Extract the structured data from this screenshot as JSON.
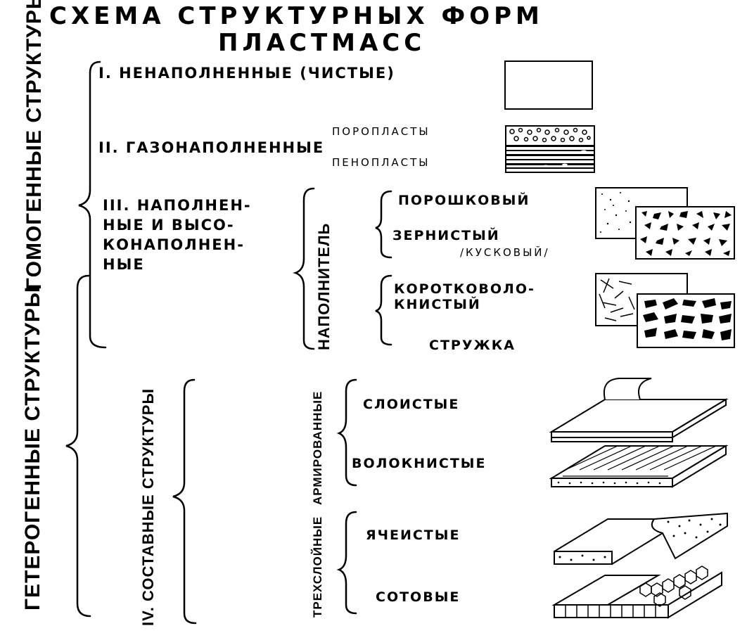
{
  "title": {
    "line1": "СХЕМА СТРУКТУРНЫХ ФОРМ",
    "line2": "ПЛАСТМАСС"
  },
  "side_labels": {
    "homogeneous": "ГОМОГЕННЫЕ СТРУКТУРЫ",
    "heterogeneous": "ГЕТЕРОГЕННЫЕ СТРУКТУРЫ"
  },
  "classes": {
    "c1": "I. НЕНАПОЛНЕННЫЕ (ЧИСТЫЕ)",
    "c2": "II. ГАЗОНАПОЛНЕННЫЕ",
    "c2_top": "ПОРОПЛАСТЫ",
    "c2_bottom": "ПЕНОПЛАСТЫ",
    "c3_lines": [
      "III. НАПОЛНЕН-",
      "НЫЕ И ВЫСО-",
      "КОНАПОЛНЕН-",
      "НЫЕ"
    ],
    "c4": "IV. СОСТАВНЫЕ СТРУКТУРЫ"
  },
  "filler": {
    "label": "НАПОЛНИТЕЛЬ",
    "powder": "ПОРОШКОВЫЙ",
    "granular": "ЗЕРНИСТЫЙ",
    "lumpy": "/КУСКОВЫЙ/",
    "shortfiber_lines": [
      "КОРОТКОВОЛО-",
      "КНИСТЫЙ"
    ],
    "chips": "СТРУЖКА"
  },
  "composite": {
    "reinforced": "АРМИРОВАННЫЕ",
    "layered": "СЛОИСТЫЕ",
    "fibrous": "ВОЛОКНИСТЫЕ",
    "three_layer": "ТРЕХСЛОЙНЫЕ",
    "cellular": "ЯЧЕИСТЫЕ",
    "honeycomb": "СОТОВЫЕ"
  }
}
